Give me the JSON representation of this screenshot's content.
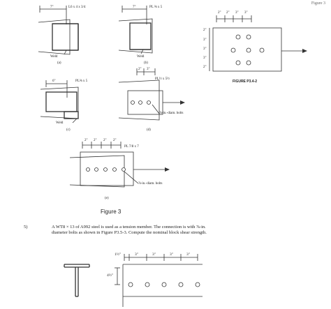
{
  "top_corner_text": "Figure 3",
  "figures": {
    "a": {
      "dim": "7\"",
      "member": "L6 x 4 x 3/4",
      "weld": "Weld",
      "caption": "(a)"
    },
    "b": {
      "dim": "7\"",
      "member": "PL ⅜ x 5",
      "weld": "Weld",
      "caption": "(b)"
    },
    "c": {
      "dim": "6\"",
      "member": "PL⅜ x 5",
      "weld": "Weld",
      "caption": "(c)"
    },
    "d": {
      "dims": [
        "2\"",
        "3\""
      ],
      "member": "PL½ x 5½",
      "bolts": "⅞-in.-diam. bolts",
      "caption": "(d)"
    },
    "e": {
      "dims": [
        "2\"",
        "2\"",
        "2\"",
        "2\""
      ],
      "member": "PL 7/8 x 7",
      "bolts": "⅞-in.-diam. bolts",
      "caption": "(e)"
    },
    "p342": {
      "dims_top": [
        "2\"",
        "2\"",
        "3\"",
        "3\""
      ],
      "dims_left": [
        "2\"",
        "3\"",
        "3\"",
        "3\"",
        "2\""
      ],
      "caption": "FIGURE P3.4-2"
    }
  },
  "figure_label": "Figure 3",
  "problem": {
    "number": "5)",
    "line1": "A WT8 × 13 of A992 steel is used as a tension member. The connection is with ⅞-in.",
    "line2": "diameter bolts as shown in Figure P3.5-3. Compute the nominal block shear strength."
  },
  "bottom_figure": {
    "dims_top": [
      "1½\"",
      "3\"",
      "3\"",
      "3\"",
      "3\""
    ],
    "dim_left": "4½\""
  }
}
